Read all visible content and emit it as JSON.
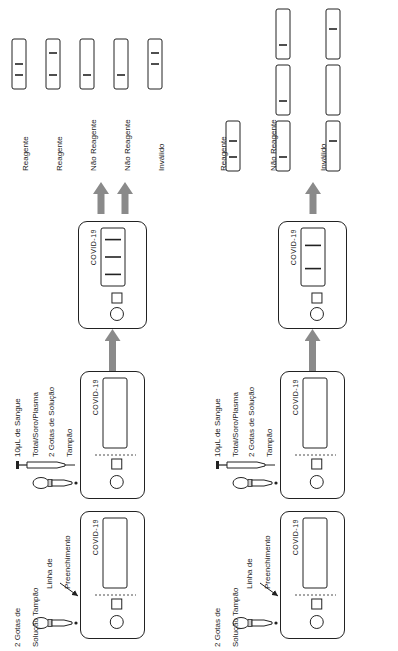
{
  "diagram": {
    "nodes": [
      {
        "text": [
          "COVID-19"
        ]
      },
      {
        "text": [
          "COVID-19"
        ]
      },
      {
        "text": [
          "COVID-19"
        ]
      },
      {
        "text": [
          "COVID-19"
        ]
      },
      {
        "text": [
          "COVID-19"
        ]
      },
      {
        "text": [
          "COVID-19"
        ]
      }
    ],
    "edges": [
      {
        "from": 1,
        "to": 2,
        "arrow": "to"
      },
      {
        "from": 4,
        "to": 5,
        "arrow": "to"
      }
    ],
    "labels": [
      "2 Gotas de Solução Tampão",
      "Linha de Preenchimento",
      "10μL de Sangue Total/Soro/Plasma",
      "2 Gotas de Solução Tampão",
      "Reagente",
      "Reagente",
      "Não Reagente",
      "Não Reagente",
      "Inválido",
      "2 Gotas de Solução Tampão",
      "Linha de Preenchimento",
      "10μL de Sangue Total/Soro/Plasma",
      "2 Gotas de Solução Tampão",
      "Reagente",
      "Não Reagente",
      "Inválido"
    ]
  }
}
